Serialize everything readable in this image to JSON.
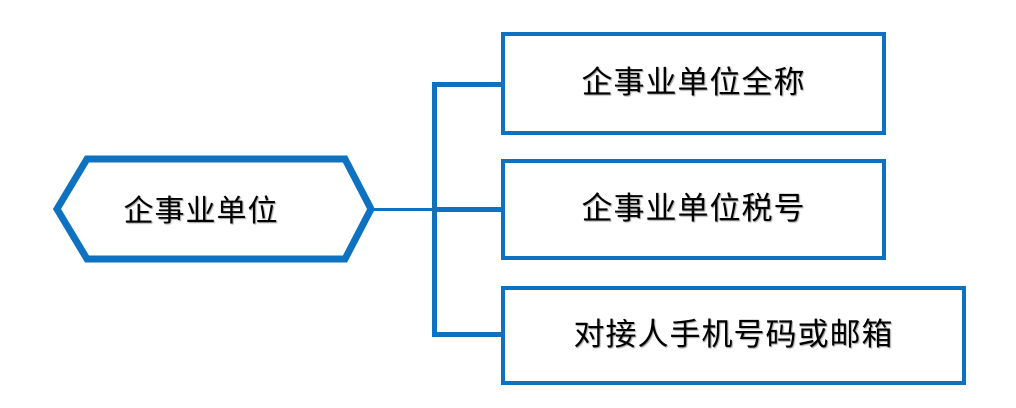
{
  "diagram": {
    "title_hidden": "",
    "colors": {
      "stroke": "#0F72C0",
      "connector": "#0F72C0",
      "text": "#000000",
      "background": "#FFFFFF"
    },
    "root": {
      "shape": "hexagon",
      "label": "企事业单位"
    },
    "leaves": [
      {
        "shape": "rectangle",
        "label": "企事业单位全称"
      },
      {
        "shape": "rectangle",
        "label": "企事业单位税号"
      },
      {
        "shape": "rectangle",
        "label": "对接人手机号码或邮箱"
      }
    ],
    "connectors": {
      "style": "orthogonal-bracket",
      "description": "stem-from-hexagon-to-trunk-then-three-branches"
    }
  }
}
